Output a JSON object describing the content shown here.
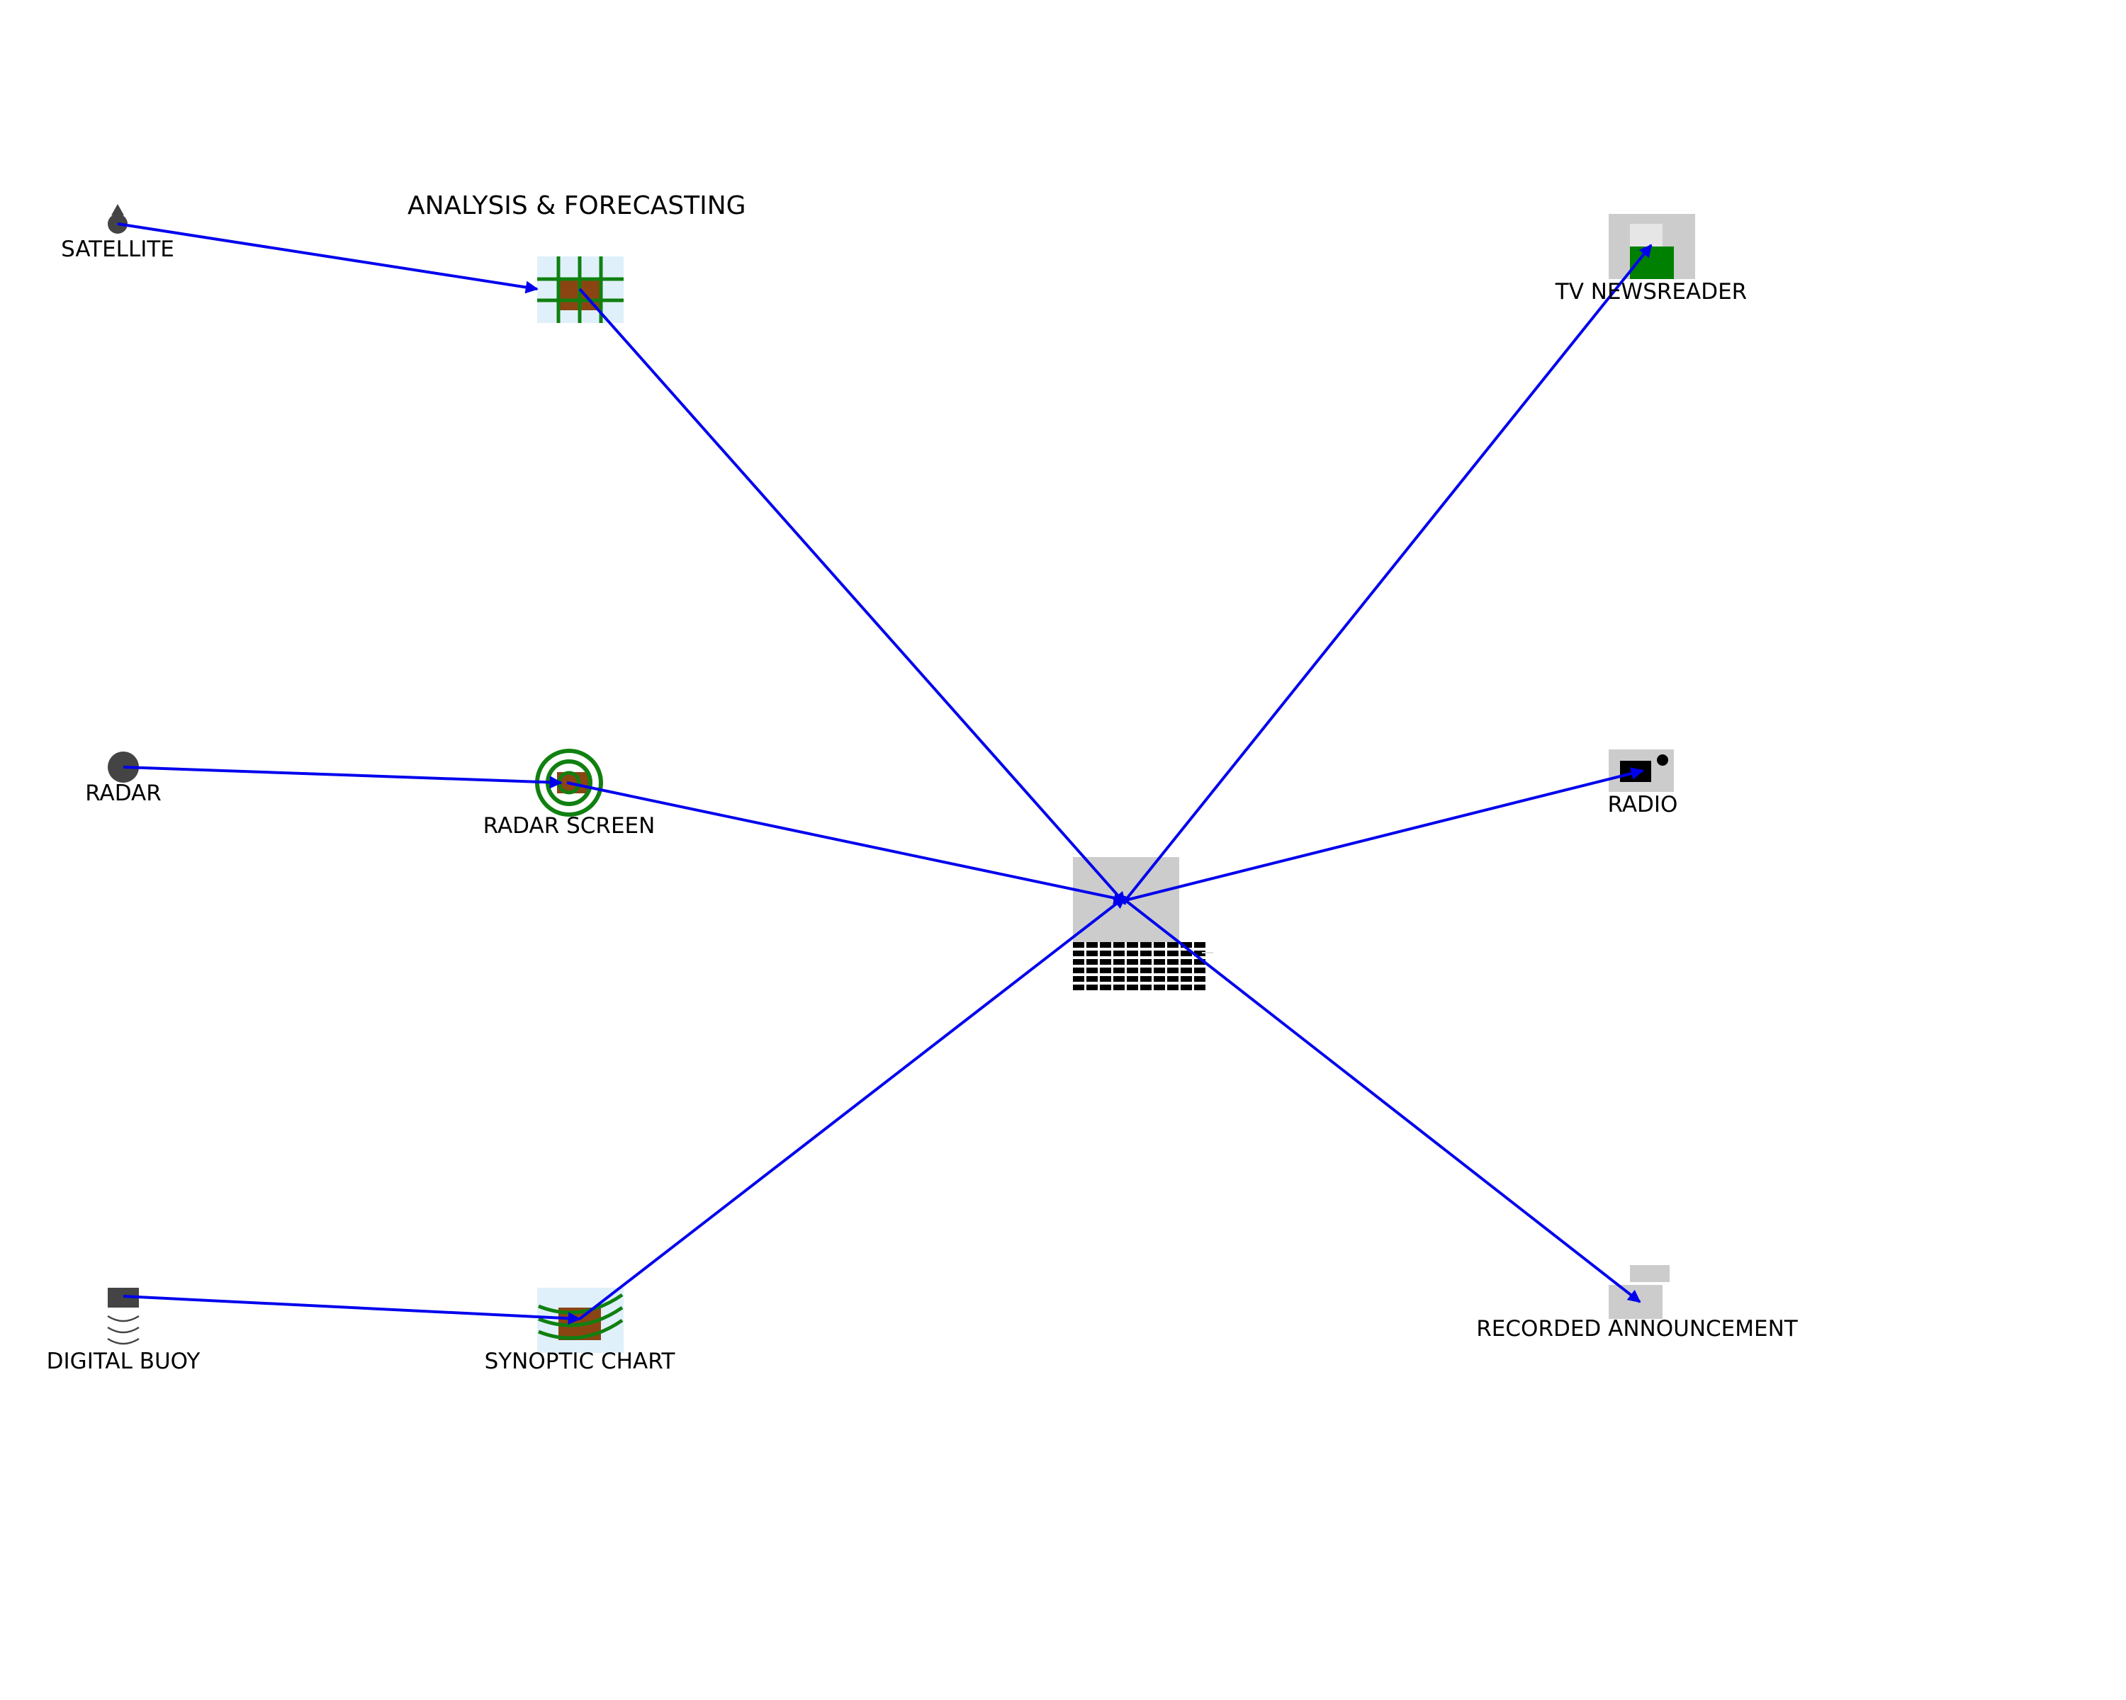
{
  "title": "ANALYSIS & FORECASTING",
  "colors": {
    "arrow": "#0000ee",
    "icon_dark": "#444444",
    "icon_gray": "#cccccc",
    "panel_bg": "#dff0fb",
    "map_green": "#108010",
    "map_brown": "#8b4513",
    "screen_green": "#008000"
  },
  "nodes": {
    "satellite": {
      "label": "SATELLITE",
      "icon": "satellite-icon"
    },
    "radar": {
      "label": "RADAR",
      "icon": "radar-dish-icon"
    },
    "digital_buoy": {
      "label": "DIGITAL BUOY",
      "icon": "buoy-icon"
    },
    "analysis_map": {
      "label": "",
      "icon": "grid-map-icon"
    },
    "radar_screen": {
      "label": "RADAR SCREEN",
      "icon": "radar-screen-icon"
    },
    "synoptic_chart": {
      "label": "SYNOPTIC CHART",
      "icon": "synoptic-chart-icon"
    },
    "computer": {
      "label": "",
      "icon": "computer-icon"
    },
    "tv_newsreader": {
      "label": "TV NEWSREADER",
      "icon": "tv-icon"
    },
    "radio": {
      "label": "RADIO",
      "icon": "radio-icon"
    },
    "recorded_announcement": {
      "label": "RECORDED ANNOUNCEMENT",
      "icon": "answering-machine-icon"
    }
  },
  "edges": [
    {
      "from": "satellite",
      "to": "analysis_map"
    },
    {
      "from": "radar",
      "to": "radar_screen"
    },
    {
      "from": "digital_buoy",
      "to": "synoptic_chart"
    },
    {
      "from": "analysis_map",
      "to": "computer"
    },
    {
      "from": "radar_screen",
      "to": "computer"
    },
    {
      "from": "synoptic_chart",
      "to": "computer"
    },
    {
      "from": "computer",
      "to": "tv_newsreader"
    },
    {
      "from": "computer",
      "to": "radio"
    },
    {
      "from": "computer",
      "to": "recorded_announcement"
    }
  ]
}
